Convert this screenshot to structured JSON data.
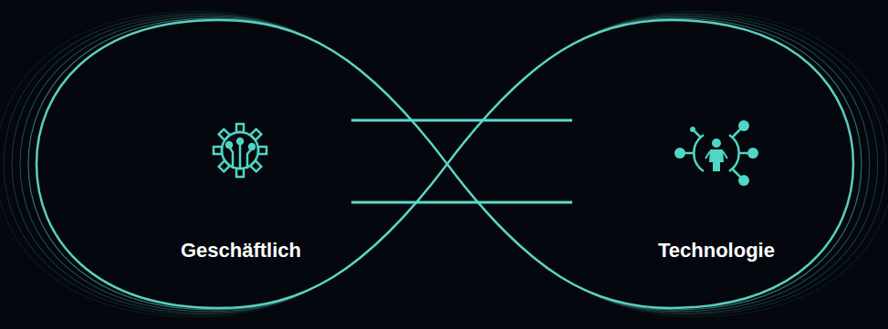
{
  "diagram": {
    "nodes": [
      {
        "text": [
          "Geschäftlich"
        ]
      },
      {
        "text": [
          "Technologie"
        ]
      }
    ],
    "edges": [
      {
        "from": 0,
        "to": 1,
        "arrow": "none"
      },
      {
        "from": 0,
        "to": 1,
        "arrow": "none"
      }
    ]
  }
}
